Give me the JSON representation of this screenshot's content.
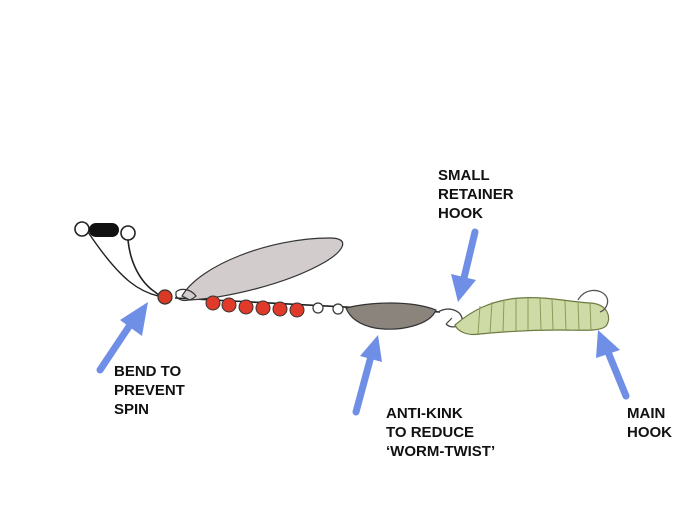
{
  "labels": {
    "bend": [
      "BEND TO",
      "PREVENT",
      "SPIN"
    ],
    "retainer": [
      "SMALL",
      "RETAINER",
      "HOOK"
    ],
    "antikink": [
      "ANTI-KINK",
      "TO REDUCE",
      "‘WORM-TWIST’"
    ],
    "mainhook": [
      "MAIN",
      "HOOK"
    ]
  },
  "colors": {
    "arrow": "#6f8fe6",
    "line": "#222222",
    "bead": "#d93a25",
    "blade": "#cfc9c9",
    "antikink": "#8a847c",
    "worm": "#cdd9a6",
    "swivel": "#111111"
  },
  "icons": [
    "swivel-icon",
    "spinner-blade-icon",
    "bead-icon",
    "anti-kink-weight-icon",
    "worm-bait-icon",
    "hook-icon",
    "arrow-icon"
  ]
}
